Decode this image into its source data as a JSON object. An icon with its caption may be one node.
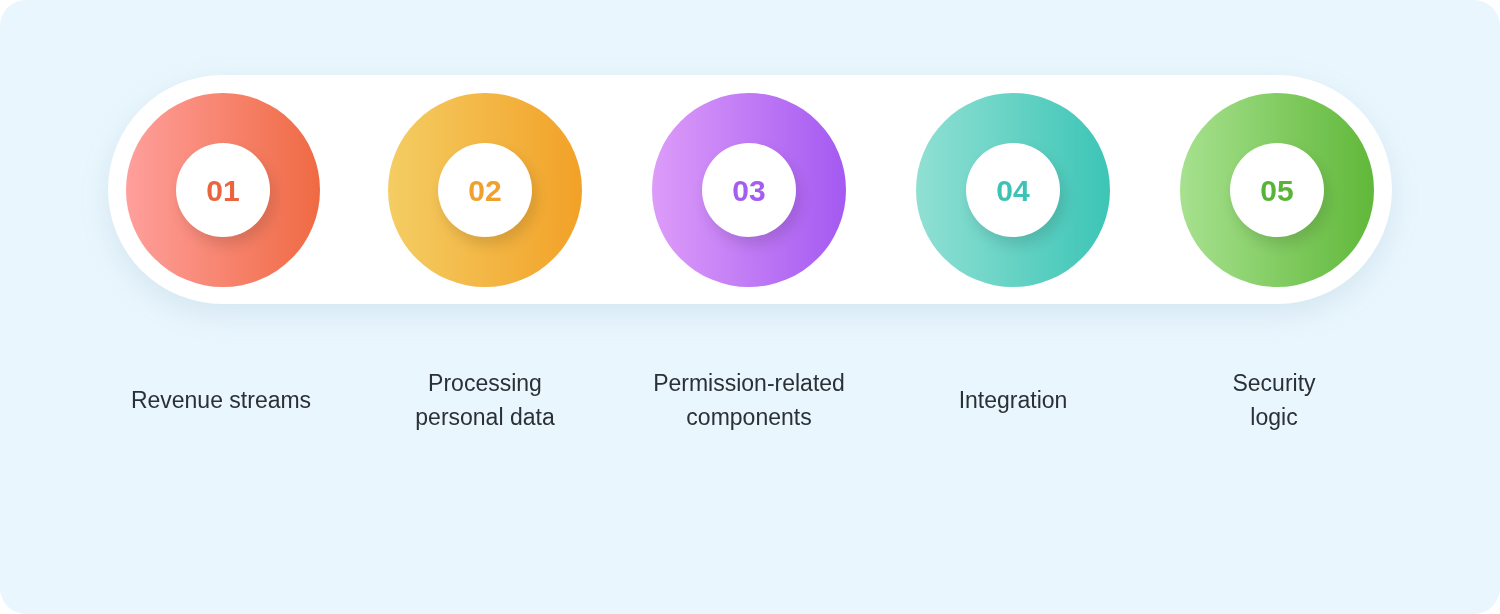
{
  "diagram": {
    "nodes": [
      {
        "text": [
          "01"
        ]
      },
      {
        "text": [
          "02"
        ]
      },
      {
        "text": [
          "03"
        ]
      },
      {
        "text": [
          "04"
        ]
      },
      {
        "text": [
          "05"
        ]
      }
    ],
    "labels": [
      "Revenue streams",
      "Processing personal data",
      "Permission-related components",
      "Integration",
      "Security logic"
    ]
  }
}
